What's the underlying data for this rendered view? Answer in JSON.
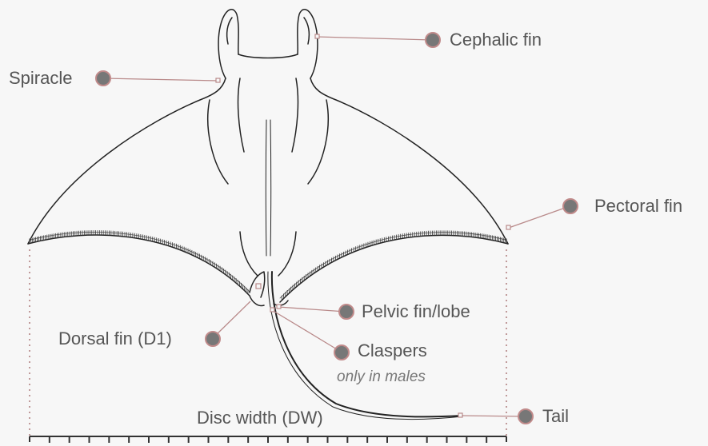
{
  "labels": {
    "cephalic_fin": "Cephalic fin",
    "spiracle": "Spiracle",
    "pectoral_fin": "Pectoral fin",
    "pelvic_fin": "Pelvic fin/lobe",
    "dorsal_fin": "Dorsal fin (D1)",
    "claspers": "Claspers",
    "claspers_note": "only in males",
    "tail": "Tail",
    "disc_width": "Disc width (DW)"
  },
  "colors": {
    "leader_line": "#b98a8a",
    "marker_fill": "#777777",
    "marker_stroke": "#c08a8a",
    "outline": "#222222",
    "text": "#555555",
    "scale": "#333333"
  }
}
